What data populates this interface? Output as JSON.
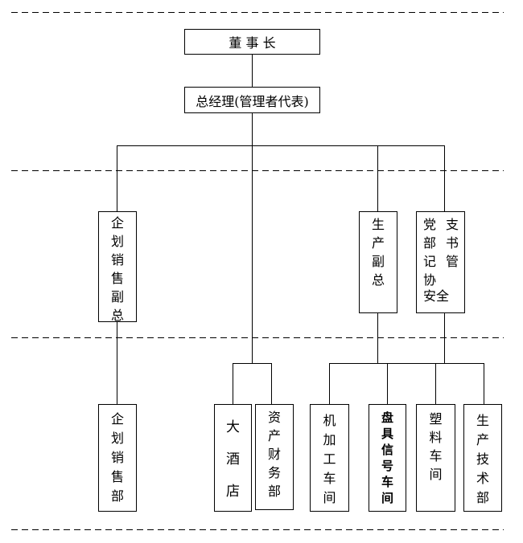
{
  "chairman": "董 事 长",
  "general_manager": "总经理(管理者代表)",
  "vp_sales_planning": [
    "企",
    "划",
    "销",
    "售",
    "副",
    "总"
  ],
  "vp_production": [
    "生",
    "产",
    "副",
    "总"
  ],
  "party_branch_col1": [
    "党",
    "部",
    "记",
    "协"
  ],
  "party_branch_col2": [
    "支",
    "书",
    "管"
  ],
  "party_branch_bottom": "安全",
  "dept_sales_planning": [
    "企",
    "划",
    "销",
    "售",
    "部"
  ],
  "dept_hotel": [
    "大",
    "酒",
    "店"
  ],
  "dept_asset_finance": [
    "资",
    "产",
    "财",
    "务",
    "部"
  ],
  "dept_machining": [
    "机",
    "加",
    "工",
    "车",
    "间"
  ],
  "dept_reel_signal": [
    "盘",
    "具",
    "信",
    "号",
    "车",
    "间"
  ],
  "dept_plastics": [
    "塑",
    "料",
    "车",
    "间"
  ],
  "dept_production_tech": [
    "生",
    "产",
    "技",
    "术",
    "部"
  ]
}
